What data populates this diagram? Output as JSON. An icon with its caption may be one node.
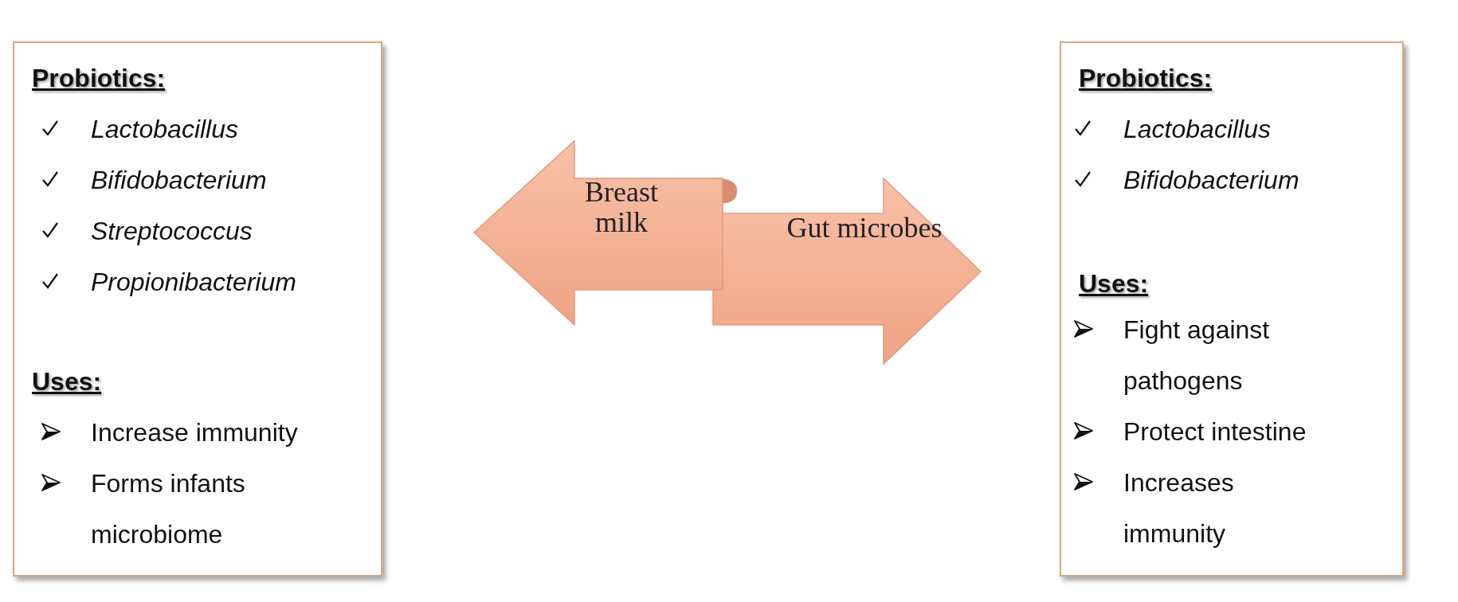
{
  "diagram": {
    "nodes": [
      {
        "text": [
          "Probiotics:",
          "Lactobacillus",
          "Bifidobacterium",
          "Streptococcus",
          "Propionibacterium",
          "Uses:",
          "Increase immunity",
          "Forms infants microbiome"
        ]
      },
      {
        "text": [
          "Breast milk"
        ]
      },
      {
        "text": [
          "Gut microbes"
        ]
      },
      {
        "text": [
          "Probiotics:",
          "Lactobacillus",
          "Bifidobacterium",
          "Uses:",
          "Fight against pathogens",
          "Protect intestine",
          "Increases immunity"
        ]
      }
    ]
  }
}
